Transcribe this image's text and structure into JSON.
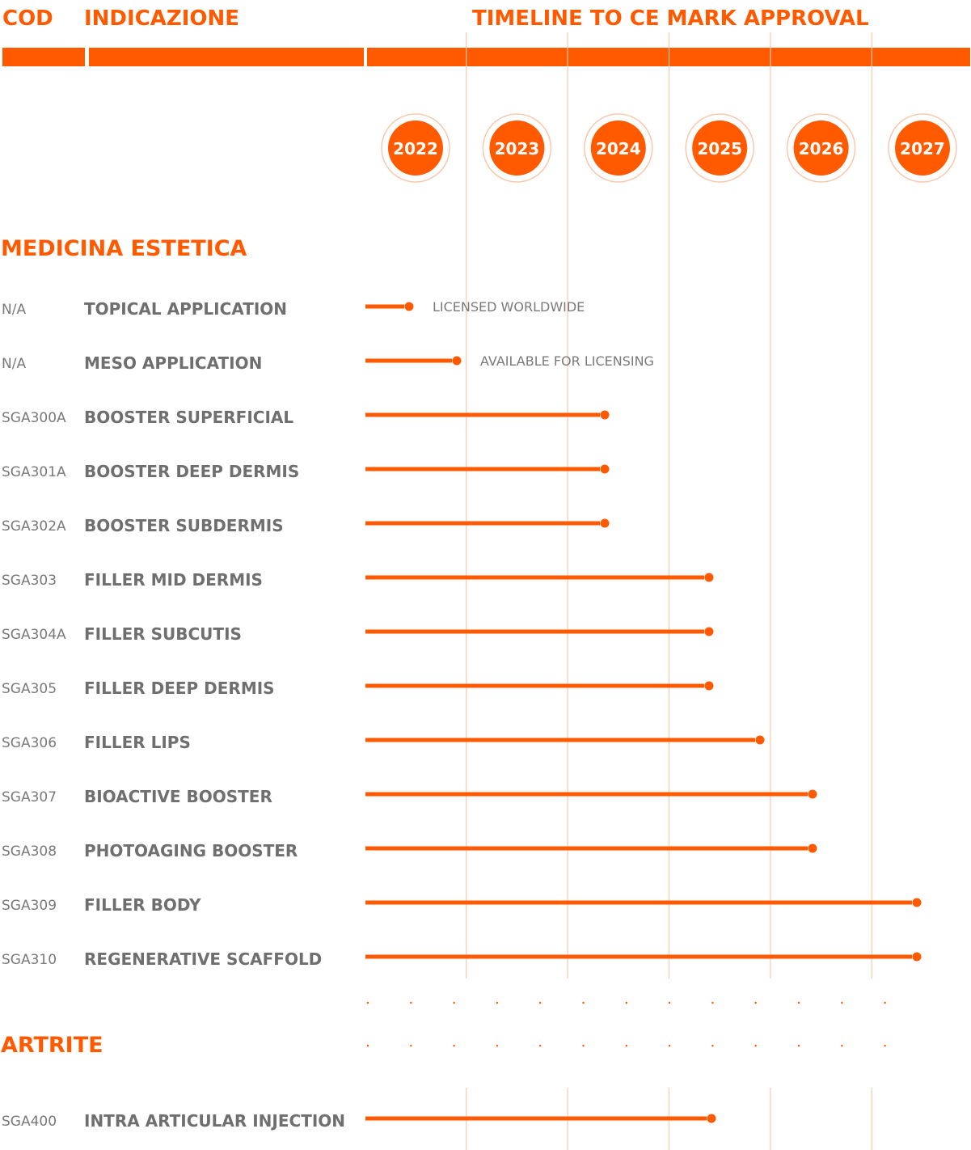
{
  "header": {
    "col_code": "COD",
    "col_indication": "INDICAZIONE",
    "col_timeline": "TIMELINE TO CE MARK APPROVAL"
  },
  "colors": {
    "accent": "#ff5a00",
    "grid": "#f7c9ae",
    "text_gray": "#6f6f6f"
  },
  "chart_data": {
    "type": "bar",
    "title": "TIMELINE TO CE MARK APPROVAL",
    "years": [
      "2022",
      "2023",
      "2024",
      "2025",
      "2026",
      "2027"
    ],
    "xlim": [
      2022.0,
      2027.5
    ],
    "grid": true,
    "sections": [
      {
        "name": "MEDICINA ESTETICA",
        "rows": [
          {
            "code": "N/A",
            "indication": "TOPICAL APPLICATION",
            "end": 2022.0,
            "note": "LICENSED WORLDWIDE"
          },
          {
            "code": "N/A",
            "indication": "MESO APPLICATION",
            "end": 2022.43,
            "note": "AVAILABLE FOR LICENSING"
          },
          {
            "code": "SGA300A",
            "indication": "BOOSTER SUPERFICIAL",
            "end": 2024.0
          },
          {
            "code": "SGA301A",
            "indication": "BOOSTER DEEP DERMIS",
            "end": 2024.0
          },
          {
            "code": "SGA302A",
            "indication": "BOOSTER SUBDERMIS",
            "end": 2024.0
          },
          {
            "code": "SGA303",
            "indication": "FILLER MID DERMIS",
            "end": 2025.0
          },
          {
            "code": "SGA304A",
            "indication": "FILLER SUBCUTIS",
            "end": 2025.0
          },
          {
            "code": "SGA305",
            "indication": "FILLER DEEP DERMIS",
            "end": 2025.0
          },
          {
            "code": "SGA306",
            "indication": "FILLER LIPS",
            "end": 2025.5
          },
          {
            "code": "SGA307",
            "indication": "BIOACTIVE BOOSTER",
            "end": 2026.0
          },
          {
            "code": "SGA308",
            "indication": "PHOTOAGING BOOSTER",
            "end": 2026.0
          },
          {
            "code": "SGA309",
            "indication": "FILLER BODY",
            "end": 2027.0
          },
          {
            "code": "SGA310",
            "indication": "REGENERATIVE SCAFFOLD",
            "end": 2027.0
          }
        ]
      },
      {
        "name": "ARTRITE",
        "rows": [
          {
            "code": "SGA400",
            "indication": "INTRA ARTICULAR INJECTION",
            "end": 2025.0
          }
        ]
      }
    ]
  }
}
